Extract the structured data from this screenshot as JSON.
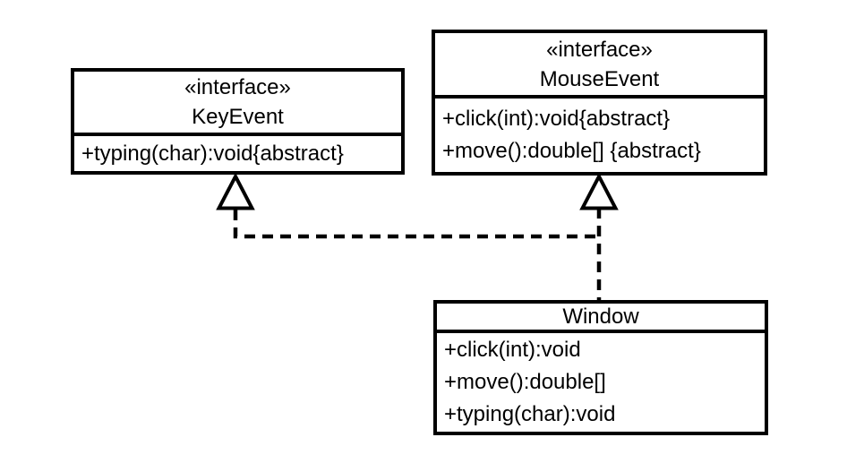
{
  "diagram": {
    "type": "uml-class-diagram",
    "colors": {
      "line": "#000000",
      "background": "#ffffff",
      "box_fill": "#ffffff"
    },
    "classes": [
      {
        "id": "KeyEvent",
        "stereotype": "«interface»",
        "name": "KeyEvent",
        "methods": [
          "+typing(char):void{abstract}"
        ]
      },
      {
        "id": "MouseEvent",
        "stereotype": "«interface»",
        "name": "MouseEvent",
        "methods": [
          "+click(int):void{abstract}",
          "+move():double[] {abstract}"
        ]
      },
      {
        "id": "Window",
        "stereotype": "",
        "name": "Window",
        "methods": [
          "+click(int):void",
          "+move():double[]",
          "+typing(char):void"
        ]
      }
    ],
    "relations": [
      {
        "type": "realization",
        "style": "dashed-hollow-triangle",
        "from": "Window",
        "to": "KeyEvent"
      },
      {
        "type": "realization",
        "style": "dashed-hollow-triangle",
        "from": "Window",
        "to": "MouseEvent"
      }
    ]
  }
}
